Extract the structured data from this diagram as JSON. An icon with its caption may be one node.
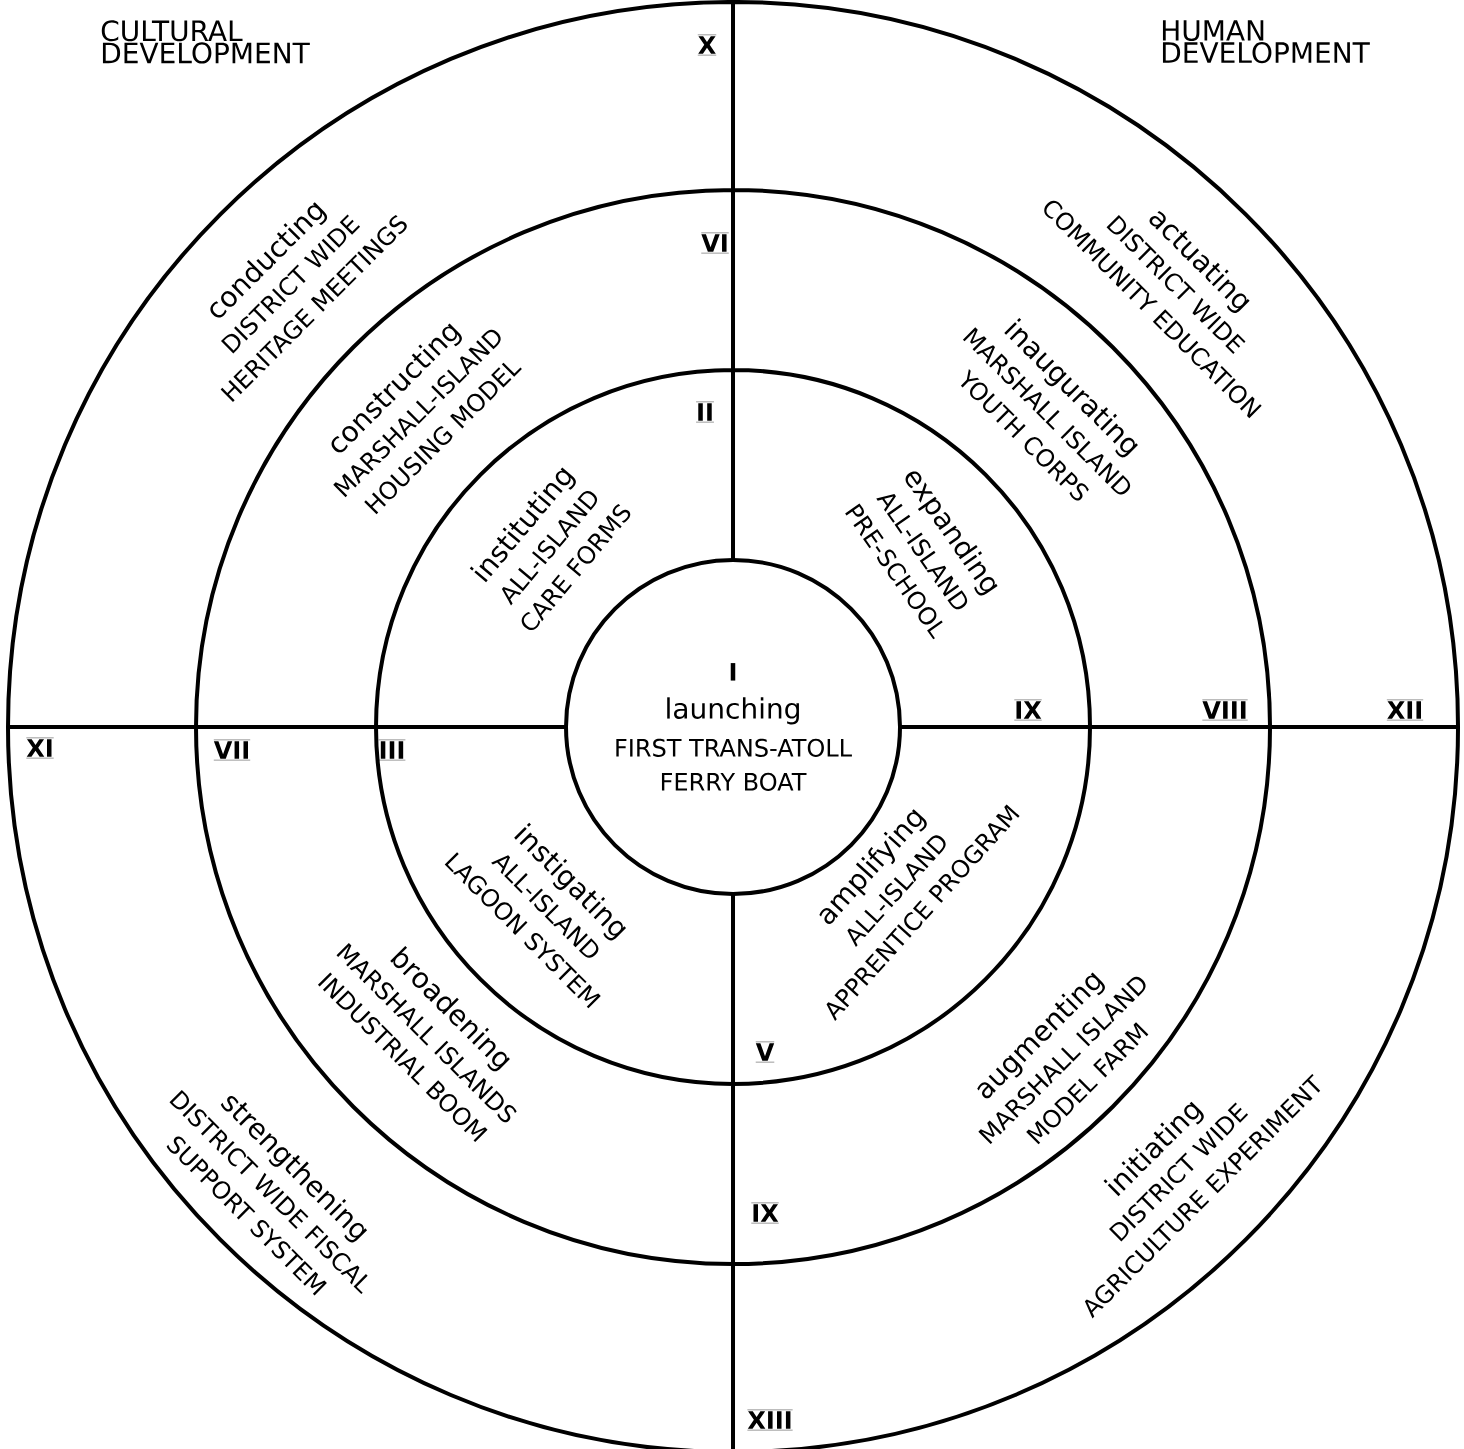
{
  "diagram": {
    "nodes": [
      {
        "text": [
          "I",
          "launching",
          "FIRST TRANS-ATOLL FERRY BOAT"
        ]
      },
      {
        "text": [
          "II",
          "instituting",
          "ALL-ISLAND CARE FORMS"
        ]
      },
      {
        "text": [
          "III",
          "instigating",
          "ALL-ISLAND LAGOON SYSTEM"
        ]
      },
      {
        "text": [
          "IX",
          "expanding",
          "ALL-ISLAND PRE-SCHOOL"
        ]
      },
      {
        "text": [
          "V",
          "amplifying",
          "ALL-ISLAND APPRENTICE PROGRAM"
        ]
      },
      {
        "text": [
          "VI",
          "constructing",
          "MARSHALL-ISLAND HOUSING MODEL"
        ]
      },
      {
        "text": [
          "VII",
          "broadening",
          "MARSHALL ISLANDS INDUSTRIAL BOOM"
        ]
      },
      {
        "text": [
          "VIII",
          "inaugurating",
          "MARSHALL ISLAND YOUTH CORPS"
        ]
      },
      {
        "text": [
          "IX",
          "augmenting",
          "MARSHALL ISLAND MODEL FARM"
        ]
      },
      {
        "text": [
          "X",
          "conducting",
          "DISTRICT WIDE HERITAGE MEETINGS"
        ]
      },
      {
        "text": [
          "XI",
          "strengthening",
          "DISTRICT WIDE FISCAL SUPPORT SYSTEM"
        ]
      },
      {
        "text": [
          "XII",
          "actuating",
          "DISTRICT WIDE COMMUNITY EDUCATION"
        ]
      },
      {
        "text": [
          "XIII",
          "initiating",
          "DISTRICT WIDE AGRICULTURE EXPERIMENT"
        ]
      }
    ],
    "labels": [
      "CULTURAL DEVELOPMENT",
      "HUMAN DEVELOPMENT"
    ]
  }
}
